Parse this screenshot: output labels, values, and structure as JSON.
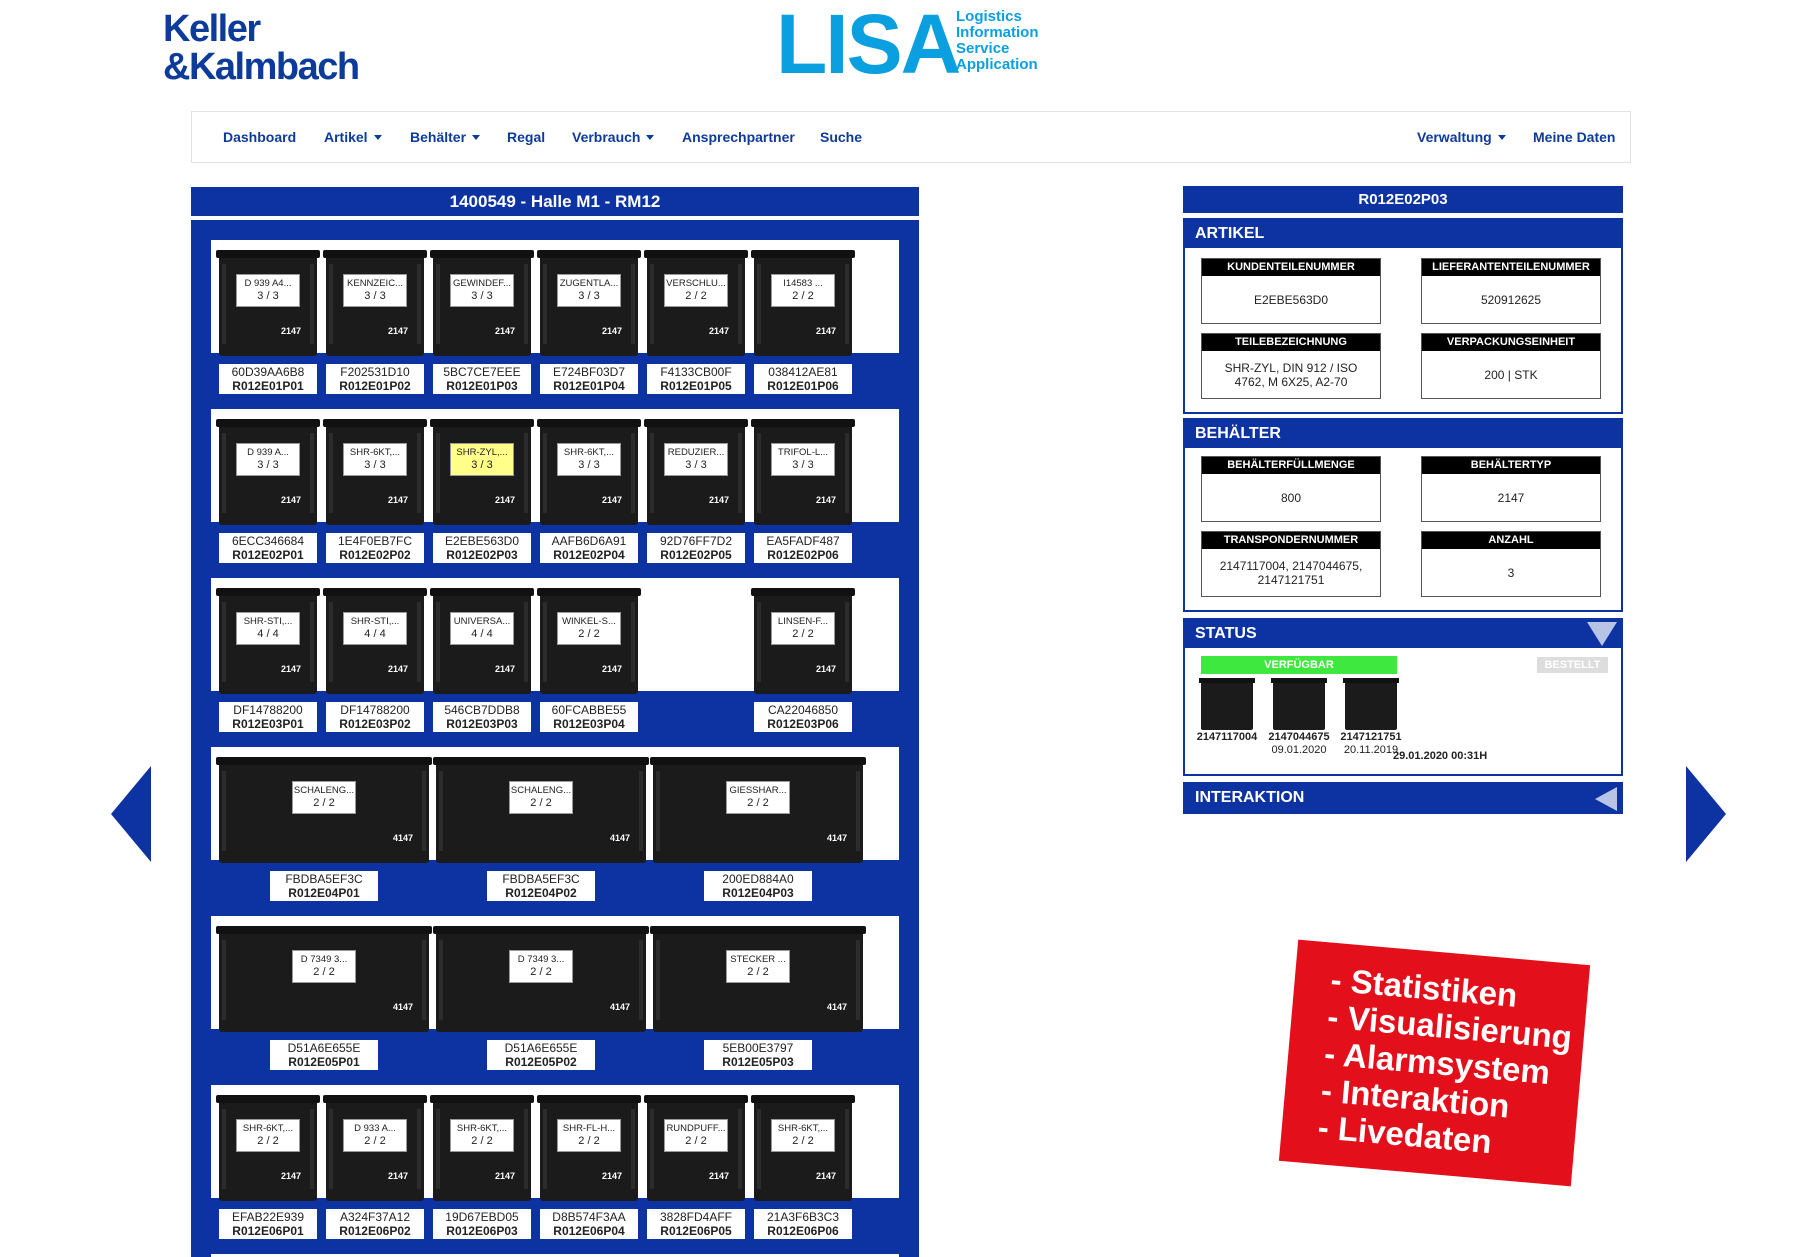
{
  "branding": {
    "company": [
      "Keller",
      "&Kalmbach"
    ],
    "app_name": "LISA",
    "app_subtitle": [
      "Logistics",
      "Information",
      "Service",
      "Application"
    ]
  },
  "nav": {
    "left": [
      {
        "label": "Dashboard",
        "dropdown": false
      },
      {
        "label": "Artikel",
        "dropdown": true
      },
      {
        "label": "Behälter",
        "dropdown": true
      },
      {
        "label": "Regal",
        "dropdown": false
      },
      {
        "label": "Verbrauch",
        "dropdown": true
      },
      {
        "label": "Ansprechpartner",
        "dropdown": false
      },
      {
        "label": "Suche",
        "dropdown": false
      }
    ],
    "right": [
      {
        "label": "Verwaltung",
        "dropdown": true
      },
      {
        "label": "Meine Daten",
        "dropdown": false
      }
    ]
  },
  "shelf": {
    "title": "1400549 - Halle M1 - RM12",
    "rows": [
      {
        "bins": [
          {
            "label": "D 939 A4...",
            "count": "3 / 3",
            "type": "2147",
            "code": "60D39AA6B8",
            "pos": "R012E01P01"
          },
          {
            "label": "KENNZEIC...",
            "count": "3 / 3",
            "type": "2147",
            "code": "F202531D10",
            "pos": "R012E01P02"
          },
          {
            "label": "GEWINDEF...",
            "count": "3 / 3",
            "type": "2147",
            "code": "5BC7CE7EEE",
            "pos": "R012E01P03"
          },
          {
            "label": "ZUGENTLA...",
            "count": "3 / 3",
            "type": "2147",
            "code": "E724BF03D7",
            "pos": "R012E01P04"
          },
          {
            "label": "VERSCHLU...",
            "count": "2 / 2",
            "type": "2147",
            "code": "F4133CB00F",
            "pos": "R012E01P05"
          },
          {
            "label": "I14583 ...",
            "count": "2 / 2",
            "type": "2147",
            "code": "038412AE81",
            "pos": "R012E01P06"
          }
        ]
      },
      {
        "bins": [
          {
            "label": "D 939 A...",
            "count": "3 / 3",
            "type": "2147",
            "code": "6ECC346684",
            "pos": "R012E02P01"
          },
          {
            "label": "SHR-6KT,...",
            "count": "3 / 3",
            "type": "2147",
            "code": "1E4F0EB7FC",
            "pos": "R012E02P02"
          },
          {
            "label": "SHR-ZYL,...",
            "count": "3 / 3",
            "type": "2147",
            "code": "E2EBE563D0",
            "pos": "R012E02P03",
            "highlight": true
          },
          {
            "label": "SHR-6KT,...",
            "count": "3 / 3",
            "type": "2147",
            "code": "AAFB6D6A91",
            "pos": "R012E02P04"
          },
          {
            "label": "REDUZIER...",
            "count": "3 / 3",
            "type": "2147",
            "code": "92D76FF7D2",
            "pos": "R012E02P05"
          },
          {
            "label": "TRIFOL-L...",
            "count": "3 / 3",
            "type": "2147",
            "code": "EA5FADF487",
            "pos": "R012E02P06"
          }
        ]
      },
      {
        "bins": [
          {
            "label": "SHR-STI,...",
            "count": "4 / 4",
            "type": "2147",
            "code": "DF14788200",
            "pos": "R012E03P01"
          },
          {
            "label": "SHR-STI,...",
            "count": "4 / 4",
            "type": "2147",
            "code": "DF14788200",
            "pos": "R012E03P02"
          },
          {
            "label": "UNIVERSA...",
            "count": "4 / 4",
            "type": "2147",
            "code": "546CB7DDB8",
            "pos": "R012E03P03"
          },
          {
            "label": "WINKEL-S...",
            "count": "2 / 2",
            "type": "2147",
            "code": "60FCABBE55",
            "pos": "R012E03P04"
          },
          {
            "label": "LINSEN-F...",
            "count": "2 / 2",
            "type": "2147",
            "code": "CA22046850",
            "pos": "R012E03P06"
          }
        ]
      },
      {
        "bins": [
          {
            "label": "SCHALENG...",
            "count": "2 / 2",
            "type": "4147",
            "code": "FBDBA5EF3C",
            "pos": "R012E04P01"
          },
          {
            "label": "SCHALENG...",
            "count": "2 / 2",
            "type": "4147",
            "code": "FBDBA5EF3C",
            "pos": "R012E04P02"
          },
          {
            "label": "GIESSHAR...",
            "count": "2 / 2",
            "type": "4147",
            "code": "200ED884A0",
            "pos": "R012E04P03"
          }
        ]
      },
      {
        "bins": [
          {
            "label": "D 7349 3...",
            "count": "2 / 2",
            "type": "4147",
            "code": "D51A6E655E",
            "pos": "R012E05P01"
          },
          {
            "label": "D 7349 3...",
            "count": "2 / 2",
            "type": "4147",
            "code": "D51A6E655E",
            "pos": "R012E05P02"
          },
          {
            "label": "STECKER ...",
            "count": "2 / 2",
            "type": "4147",
            "code": "5EB00E3797",
            "pos": "R012E05P03"
          }
        ]
      },
      {
        "bins": [
          {
            "label": "SHR-6KT,...",
            "count": "2 / 2",
            "type": "2147",
            "code": "EFAB22E939",
            "pos": "R012E06P01"
          },
          {
            "label": "D 933 A...",
            "count": "2 / 2",
            "type": "2147",
            "code": "A324F37A12",
            "pos": "R012E06P02"
          },
          {
            "label": "SHR-6KT,...",
            "count": "2 / 2",
            "type": "2147",
            "code": "19D67EBD05",
            "pos": "R012E06P03"
          },
          {
            "label": "SHR-FL-H...",
            "count": "2 / 2",
            "type": "2147",
            "code": "D8B574F3AA",
            "pos": "R012E06P04"
          },
          {
            "label": "RUNDPUFF...",
            "count": "2 / 2",
            "type": "2147",
            "code": "3828FD4AFF",
            "pos": "R012E06P05"
          },
          {
            "label": "SHR-6KT,...",
            "count": "2 / 2",
            "type": "2147",
            "code": "21A3F6B3C3",
            "pos": "R012E06P06"
          }
        ]
      }
    ]
  },
  "detail": {
    "title": "R012E02P03",
    "artikel": {
      "title": "ARTIKEL",
      "kundenteilenummer_label": "KUNDENTEILENUMMER",
      "kundenteilenummer": "E2EBE563D0",
      "lieferantenteilenummer_label": "LIEFERANTENTEILENUMMER",
      "lieferantenteilenummer": "520912625",
      "teilebezeichnung_label": "TEILEBEZEICHNUNG",
      "teilebezeichnung": "SHR-ZYL, DIN 912 / ISO 4762, M 6X25, A2-70",
      "verpackungseinheit_label": "VERPACKUNGSEINHEIT",
      "verpackungseinheit": "200 | STK"
    },
    "behaelter": {
      "title": "BEHÄLTER",
      "fuellmenge_label": "BEHÄLTERFÜLLMENGE",
      "fuellmenge": "800",
      "typ_label": "BEHÄLTERTYP",
      "typ": "2147",
      "transponder_label": "TRANSPONDERNUMMER",
      "transponder": "2147117004, 2147044675, 2147121751",
      "anzahl_label": "ANZAHL",
      "anzahl": "3"
    },
    "status": {
      "title": "STATUS",
      "available": "VERFÜGBAR",
      "ordered": "BESTELLT",
      "bins": [
        {
          "id": "2147117004",
          "date": ""
        },
        {
          "id": "2147044675",
          "date": "09.01.2020"
        },
        {
          "id": "2147121751",
          "date": "20.11.2019"
        }
      ],
      "timestamp": "29.01.2020 00:31H"
    },
    "interaktion": {
      "title": "INTERAKTION"
    }
  },
  "promo": {
    "items": [
      "- Statistiken",
      "- Visualisierung",
      "- Alarmsystem",
      "- Interaktion",
      "- Livedaten"
    ]
  },
  "colors": {
    "primary": "#0d33a3",
    "logo_blue": "#0aa0e0",
    "available": "#3ee83e",
    "promo_red": "#e3101c",
    "highlight": "#ffff8a"
  }
}
